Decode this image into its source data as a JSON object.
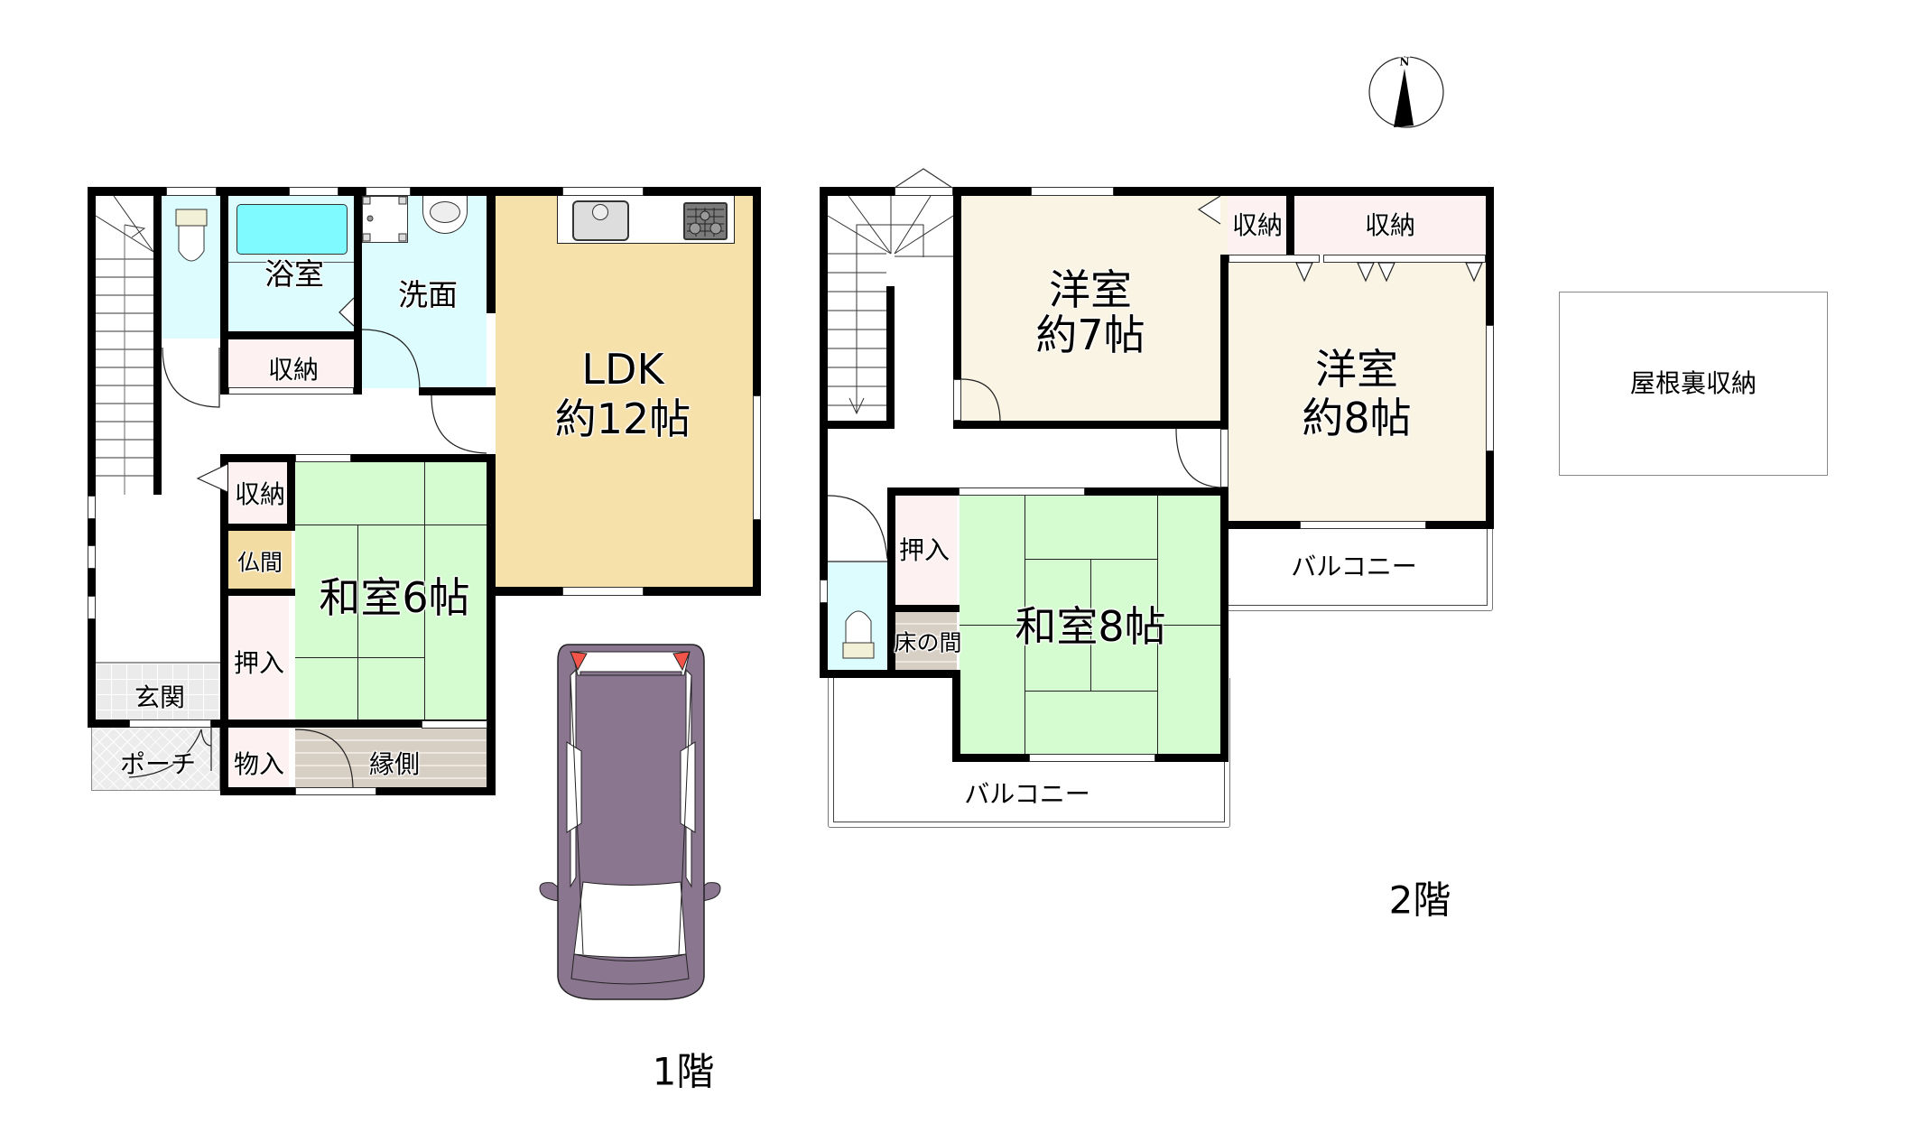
{
  "floorplan": {
    "compass": {
      "label": "N"
    },
    "floor1": {
      "label": "1階",
      "rooms": {
        "bath": "浴室",
        "washroom": "洗面",
        "storage_upper": "収納",
        "ldk_name": "LDK",
        "ldk_size": "約12帖",
        "storage_lower": "収納",
        "butsuma": "仏間",
        "washitsu": "和室6帖",
        "oshiire": "押入",
        "genkan": "玄関",
        "porch": "ポーチ",
        "monoire": "物入",
        "engawa": "縁側"
      },
      "fixtures": [
        "toilet",
        "bathtub",
        "washing-machine",
        "wash-basin",
        "sink",
        "gas-stove",
        "staircase"
      ],
      "parking": {
        "vehicle": "car"
      }
    },
    "floor2": {
      "label": "2階",
      "rooms": {
        "youshitsu7_name": "洋室",
        "youshitsu7_size": "約7帖",
        "youshitsu8_name": "洋室",
        "youshitsu8_size": "約8帖",
        "storage_small": "収納",
        "storage_large": "収納",
        "washitsu8": "和室8帖",
        "oshiire": "押入",
        "tokonoma": "床の間",
        "balcony_east": "バルコニー",
        "balcony_south": "バルコニー",
        "attic_storage": "屋根裏収納"
      },
      "fixtures": [
        "toilet",
        "staircase"
      ]
    },
    "colors": {
      "wall": "#000000",
      "ldk": "#f7e1ab",
      "western_room": "#faf4e4",
      "tatami": "#d5fcd0",
      "wet_area": "#dcfcfd",
      "bathtub": "#7ffbff",
      "storage": "#fdf1f1",
      "butsuma": "#f3dca2",
      "wood_floor": "#d8cfc4",
      "genkan_tile": "#ebebeb",
      "car": "#8b7690",
      "car_lights": "#f2544a"
    }
  }
}
